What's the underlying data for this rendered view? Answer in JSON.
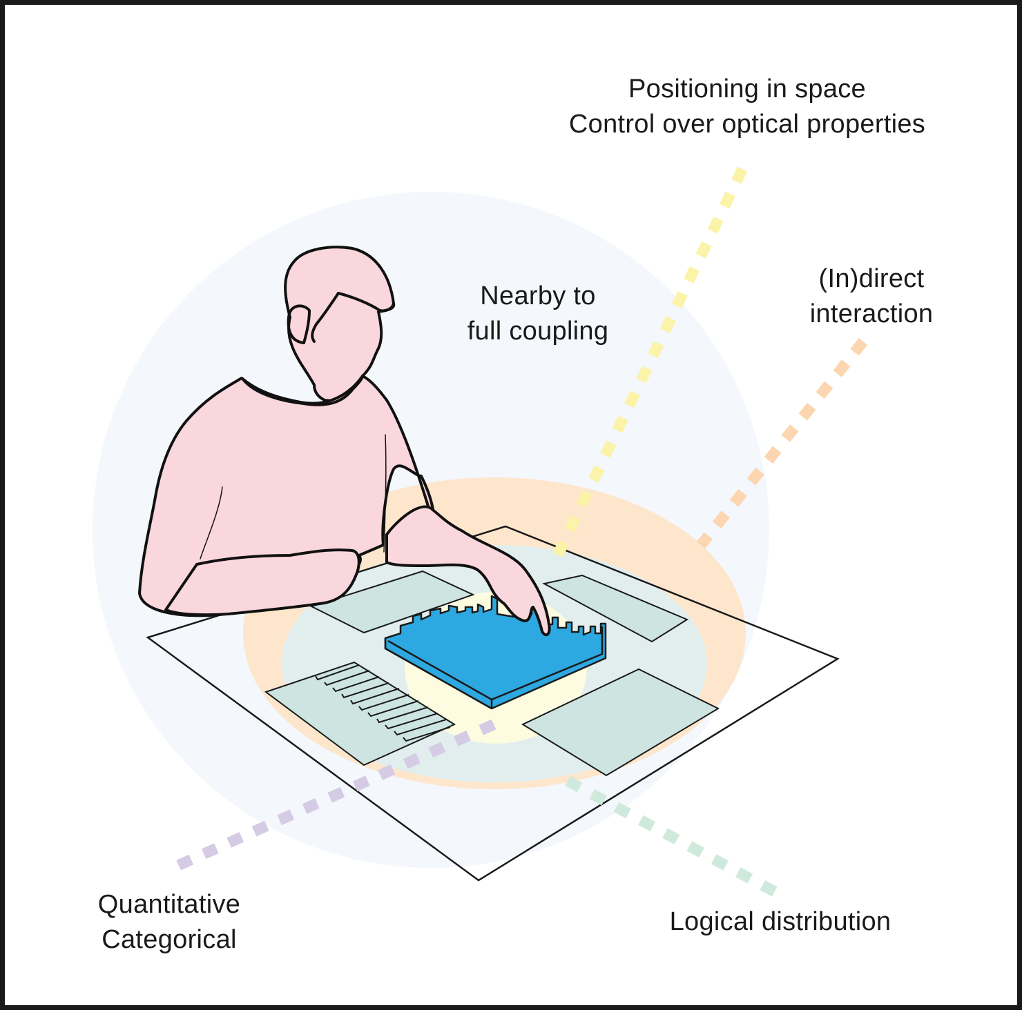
{
  "labels": {
    "positioning": [
      "Positioning in space",
      "Control over optical properties"
    ],
    "coupling": [
      "Nearby to",
      "full coupling"
    ],
    "interaction": [
      "(In)direct",
      "interaction"
    ],
    "data_type": [
      "Quantitative",
      "Categorical"
    ],
    "distribution": [
      "Logical distribution"
    ]
  },
  "colors": {
    "frame": "#1a1a1a",
    "sphere": "#f4f7fc",
    "skin": "#fad7dc",
    "orange_zone": "#fde6cc",
    "teal_zone": "#e2eeee",
    "yellow_zone": "#fdfbe0",
    "panel": "#cde4e1",
    "physical_chart": "#2ea8e0",
    "axis_yellow": "#fbf3a8",
    "axis_orange": "#fbd6b0",
    "axis_purple": "#d5cbe5",
    "axis_green": "#cfeadc"
  }
}
